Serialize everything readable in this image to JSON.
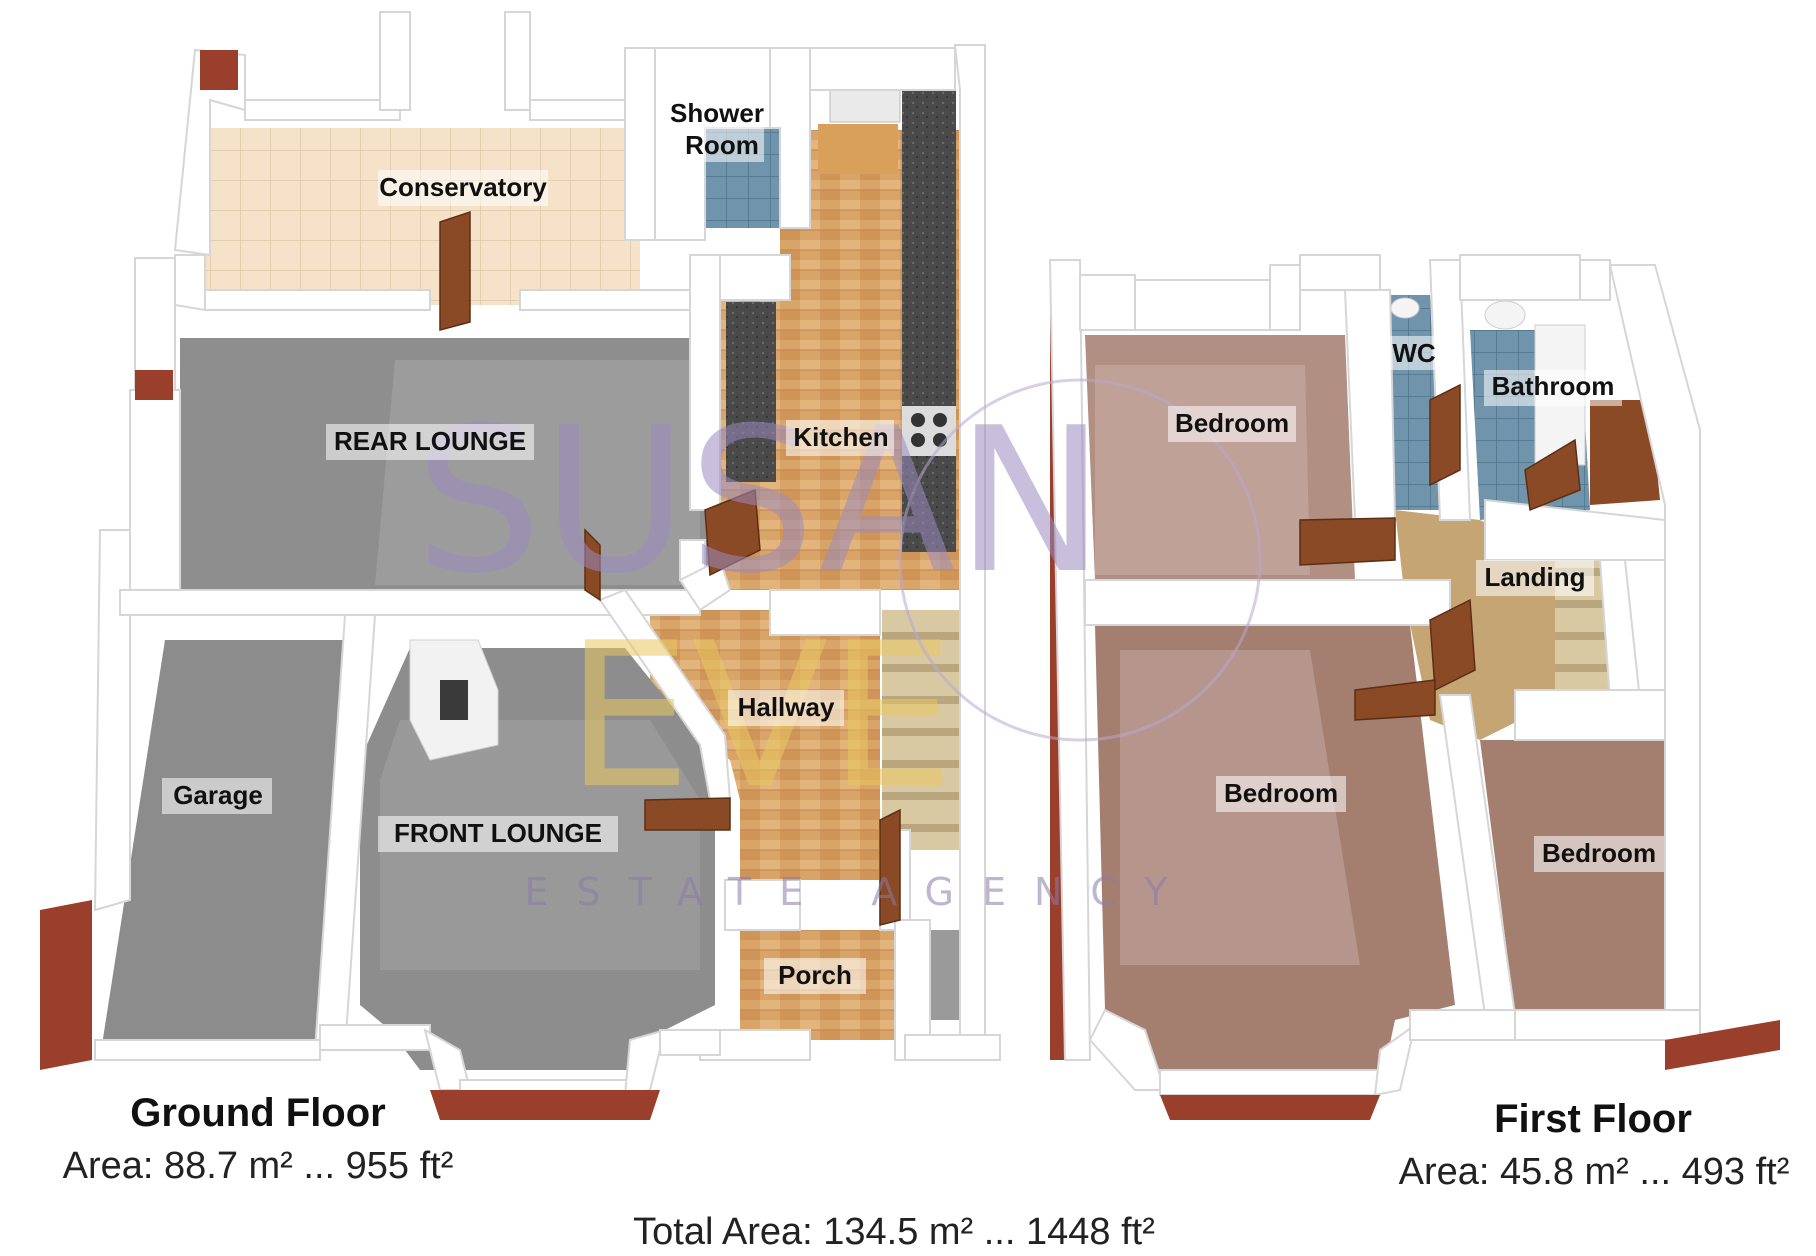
{
  "watermark": {
    "line1": "SUSAN",
    "line2": "EVE",
    "line3": "ESTATE AGENCY",
    "colors": {
      "purple": "#9b8bbf",
      "gold": "#e8c860"
    }
  },
  "ground_floor": {
    "title": "Ground Floor",
    "area": "Area: 88.7 m² ... 955 ft²",
    "rooms": {
      "shower_room_line1": "Shower",
      "shower_room_line2": "Room",
      "conservatory": "Conservatory",
      "rear_lounge": "REAR LOUNGE",
      "kitchen": "Kitchen",
      "hallway": "Hallway",
      "garage": "Garage",
      "front_lounge": "FRONT LOUNGE",
      "porch": "Porch"
    }
  },
  "first_floor": {
    "title": "First Floor",
    "area": "Area: 45.8 m² ... 493 ft²",
    "rooms": {
      "wc": "WC",
      "bathroom": "Bathroom",
      "bedroom_rear": "Bedroom",
      "landing": "Landing",
      "bedroom_front": "Bedroom",
      "bedroom_small": "Bedroom"
    }
  },
  "total_area": "Total Area: 134.5 m² ... 1448 ft²",
  "colors": {
    "wall_top": "#ffffff",
    "wall_side": "#e6e6e6",
    "brick": "#9a3f2c",
    "wood_floor": "#dba66a",
    "tile_floor": "#f3ddc0",
    "blue_tile": "#6b90a8",
    "grey_carpet": "#8d8d8d",
    "pink_carpet": "#b39185",
    "landing_carpet": "#c9a877",
    "worktop": "#4a4a4a",
    "door": "#8a4a26"
  }
}
